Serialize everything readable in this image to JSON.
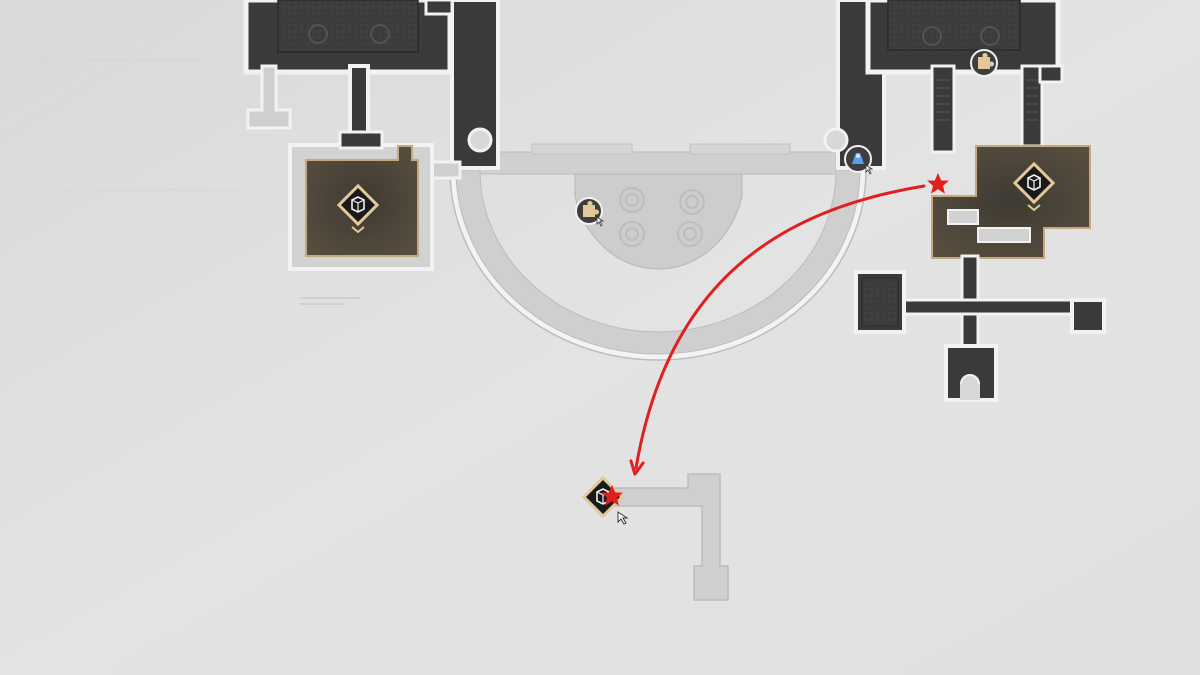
{
  "map": {
    "colors": {
      "background": "#e1e1e1",
      "explored_floor": "#3a3a3a",
      "explored_floor_edge": "#1c1c1c",
      "explored_room_fill": "#474747",
      "unexplored_floor": "#cdcdcd",
      "unexplored_edge": "#b7b7b7",
      "outer_rim": "#f2f2f2",
      "zone_fill": "#4b4436",
      "zone_border": "#c6a87e",
      "route_line": "#e0201c",
      "route_star": "#e0201c",
      "marker_dark": "#3e3e3e",
      "marker_gold": "#e2c89a",
      "marker_blue": "#58a0ec"
    },
    "markers": [
      {
        "name": "treasure-chest-icon",
        "kind": "chest",
        "region": "west-room"
      },
      {
        "name": "treasure-chest-icon",
        "kind": "chest",
        "region": "east-room"
      },
      {
        "name": "treasure-chest-icon",
        "kind": "chest",
        "region": "south-corridor"
      },
      {
        "name": "puzzle-piece-icon",
        "kind": "puzzle",
        "region": "central-basin"
      },
      {
        "name": "puzzle-piece-icon",
        "kind": "puzzle",
        "region": "north-east-hall"
      },
      {
        "name": "space-anchor-icon",
        "kind": "teleport",
        "region": "east-arch"
      }
    ],
    "route": {
      "from": "east-room-entrance",
      "to": "south-corridor-chest",
      "line_style": "curved-arrow",
      "start_marker": "star-icon",
      "end_marker": "star-icon"
    }
  }
}
